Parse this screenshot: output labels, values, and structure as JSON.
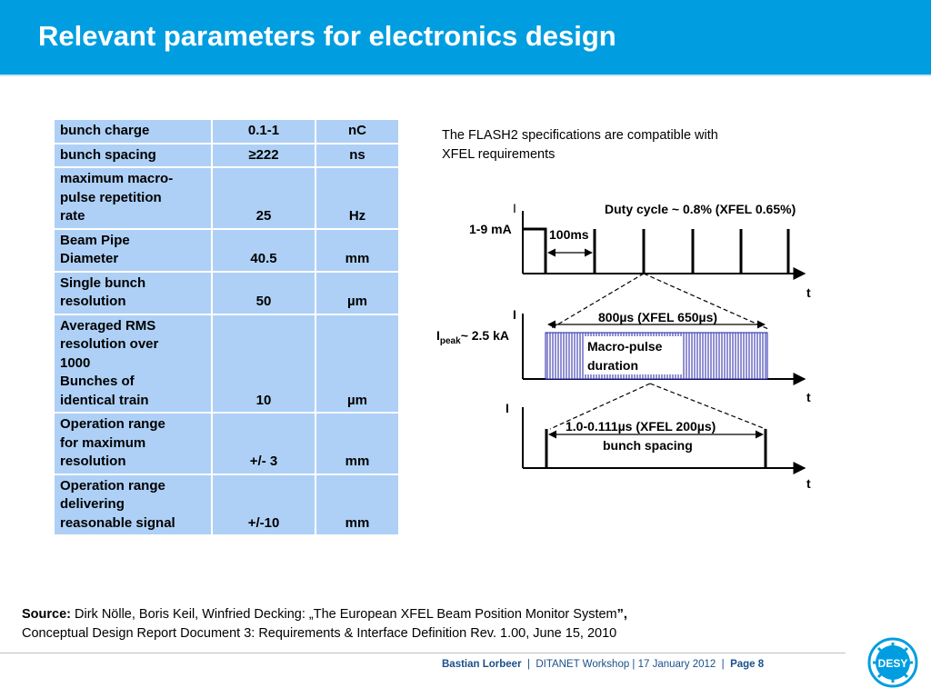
{
  "title": "Relevant parameters for electronics design",
  "table": {
    "rows": [
      {
        "param": [
          "bunch charge"
        ],
        "value": "0.1-1",
        "unit": "nC"
      },
      {
        "param": [
          "bunch spacing"
        ],
        "value": "≥222",
        "unit": "ns"
      },
      {
        "param": [
          "maximum macro-",
          "pulse repetition",
          "rate"
        ],
        "value": "25",
        "unit": "Hz"
      },
      {
        "param": [
          "Beam Pipe",
          "Diameter"
        ],
        "value": "40.5",
        "unit": "mm"
      },
      {
        "param": [
          "Single bunch",
          "resolution"
        ],
        "value": "50",
        "unit": "µm"
      },
      {
        "param": [
          "Averaged RMS",
          "resolution over",
          "1000",
          "Bunches of",
          "identical train"
        ],
        "value": "10",
        "unit": "µm"
      },
      {
        "param": [
          "Operation range",
          "for maximum",
          "resolution"
        ],
        "value": "+/- 3",
        "unit": "mm"
      },
      {
        "param": [
          "Operation range",
          "delivering",
          "reasonable signal"
        ],
        "value": "+/-10",
        "unit": "mm"
      }
    ]
  },
  "note": [
    "The FLASH2 specifications are compatible with",
    "XFEL requirements"
  ],
  "diagram": {
    "axis_i": "I",
    "axis_t": "t",
    "top_current": "1-9 mA",
    "duty_cycle": "Duty cycle ~ 0.8% (XFEL 0.65%)",
    "period": "100ms",
    "macro_duration": "800µs (XFEL 650µs)",
    "peak_prefix": "I",
    "peak_sub": "peak",
    "peak_suffix": "~ 2.5 kA",
    "macro_label": [
      "Macro-pulse",
      "duration"
    ],
    "spacing_top": "1.0-0.111µs (XFEL 200µs)",
    "spacing_bottom": "bunch spacing"
  },
  "source": {
    "label": "Source:",
    "line1": " Dirk Nölle, Boris Keil, Winfried Decking: „The European XFEL Beam Position Monitor System",
    "line1_end": "”,",
    "line2": "Conceptual Design Report Document 3: Requirements & Interface Definition Rev. 1.00, June 15, 2010"
  },
  "footer": {
    "author": "Bastian Lorbeer",
    "sep": "  |  ",
    "event": "DITANET Workshop | 17 January 2012",
    "page": "Page 8"
  },
  "logo_text": "DESY",
  "colors": {
    "header": "#009ee0",
    "table": "#aed0f6",
    "pulse": "#2222aa",
    "footer_text": "#1a4f8a"
  }
}
